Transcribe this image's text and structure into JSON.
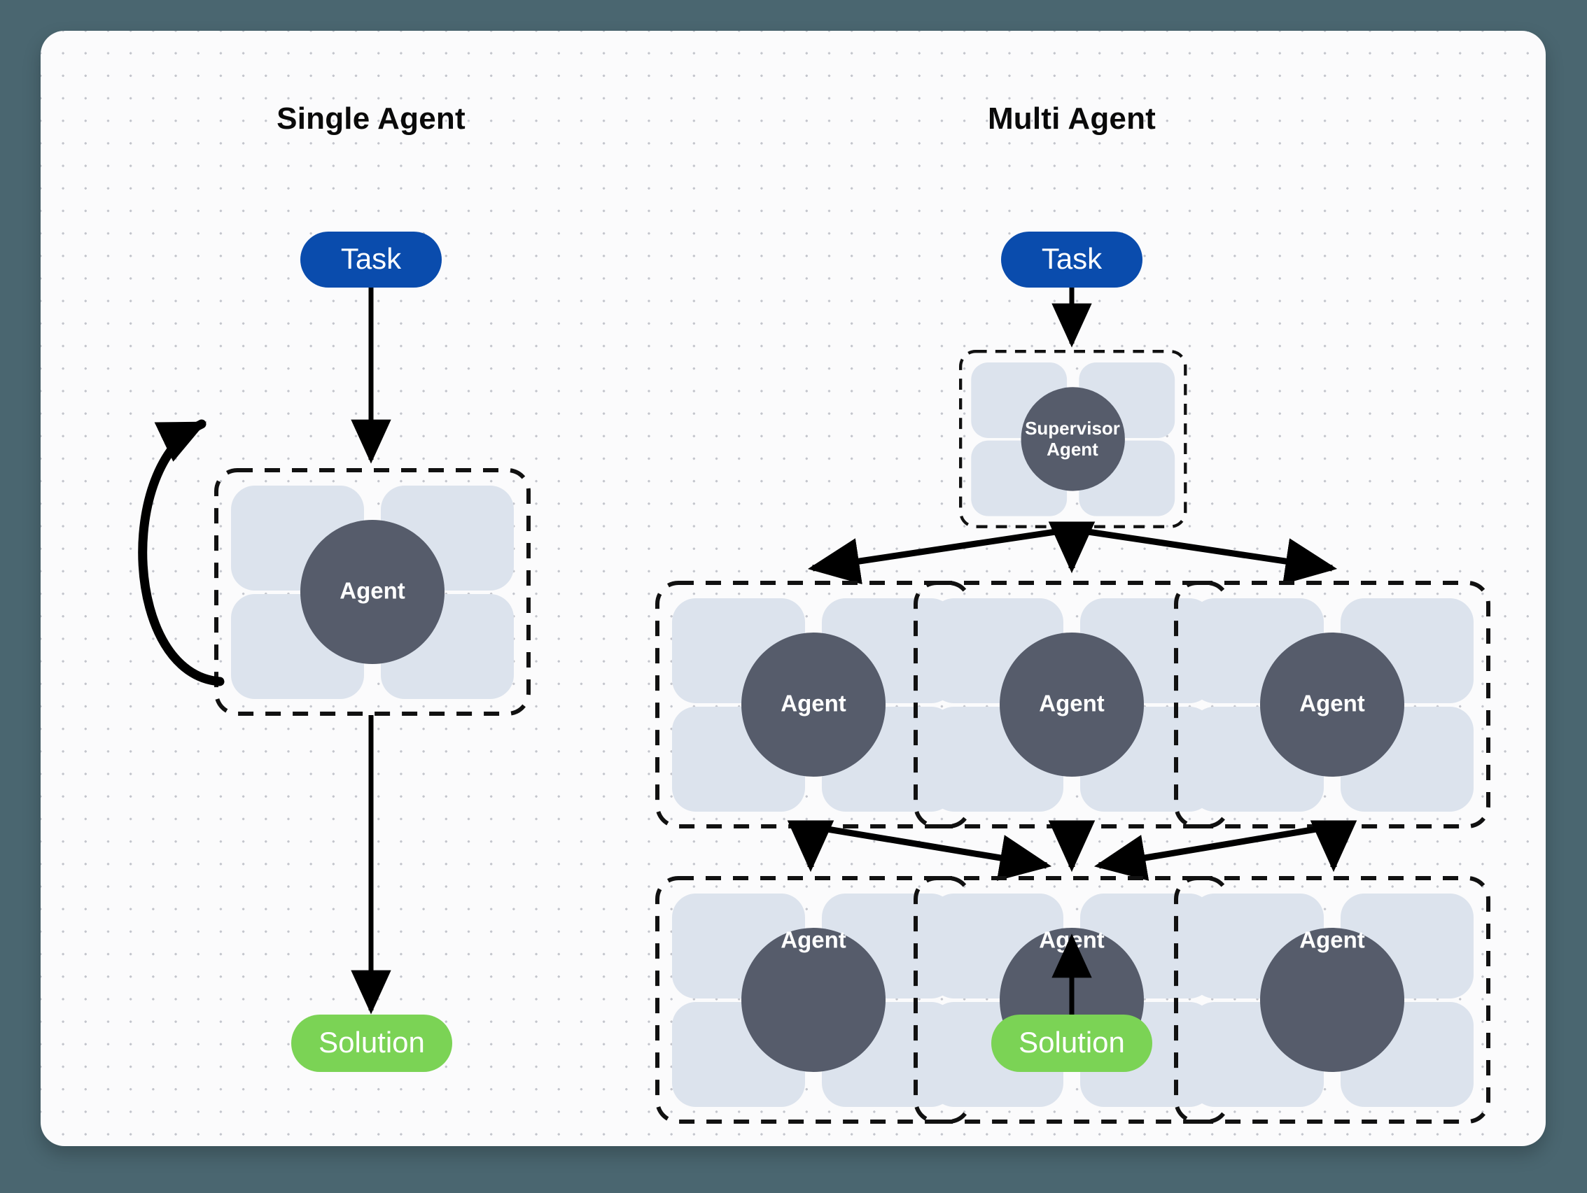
{
  "page": {
    "background_color": "#4a6670",
    "card_color": "#fbfbfc",
    "dot_color": "#b9bcc4"
  },
  "palette": {
    "task_blue": "#0a4cad",
    "solution_green": "#7bd355",
    "agent_disc": "#565c6b",
    "agent_tile": "#dce3ed",
    "stroke_black": "#111111"
  },
  "panels": {
    "left": {
      "title": "Single Agent"
    },
    "right": {
      "title": "Multi Agent"
    }
  },
  "nodes": {
    "single": {
      "task_label": "Task",
      "agent_label": "Agent",
      "solution_label": "Solution"
    },
    "multi": {
      "task_label": "Task",
      "supervisor_label_line1": "Supervisor",
      "supervisor_label_line2": "Agent",
      "solution_label": "Solution",
      "row1": [
        {
          "label": "Agent"
        },
        {
          "label": "Agent"
        },
        {
          "label": "Agent"
        }
      ],
      "row2": [
        {
          "label": "Agent"
        },
        {
          "label": "Agent"
        },
        {
          "label": "Agent"
        }
      ]
    }
  },
  "edges": {
    "single": [
      {
        "from": "task",
        "to": "agent",
        "kind": "arrow-down"
      },
      {
        "from": "agent",
        "to": "agent",
        "kind": "self-loop"
      },
      {
        "from": "agent",
        "to": "solution",
        "kind": "arrow-down"
      }
    ],
    "multi": [
      {
        "from": "task",
        "to": "supervisor",
        "kind": "arrow-down"
      },
      {
        "from": "supervisor",
        "to": "row1-left",
        "kind": "arrow-diagonal"
      },
      {
        "from": "supervisor",
        "to": "row1-center",
        "kind": "arrow-down"
      },
      {
        "from": "supervisor",
        "to": "row1-right",
        "kind": "arrow-diagonal"
      },
      {
        "from": "row1-left",
        "to": "row2-left",
        "kind": "arrow-down"
      },
      {
        "from": "row1-left",
        "to": "row2-center",
        "kind": "arrow-diagonal"
      },
      {
        "from": "row1-center",
        "to": "row2-center",
        "kind": "arrow-down"
      },
      {
        "from": "row1-right",
        "to": "row2-center",
        "kind": "arrow-diagonal"
      },
      {
        "from": "row1-right",
        "to": "row2-right",
        "kind": "arrow-down"
      },
      {
        "from": "row2-center",
        "to": "solution",
        "kind": "arrow-down"
      }
    ]
  }
}
